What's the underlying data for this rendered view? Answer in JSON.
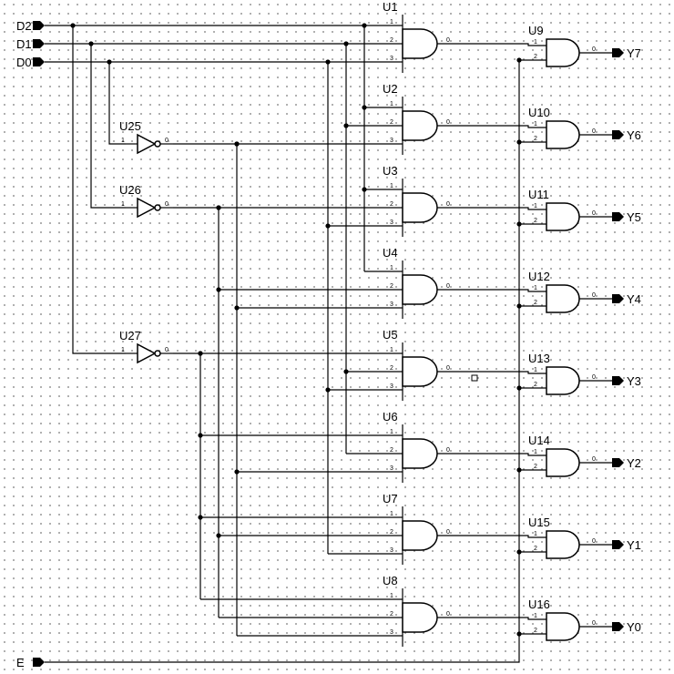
{
  "inputs": [
    "D2",
    "D1",
    "D0",
    "E"
  ],
  "outputs": [
    "Y7",
    "Y6",
    "Y5",
    "Y4",
    "Y3",
    "Y2",
    "Y1",
    "Y0"
  ],
  "inverters": [
    "U25",
    "U26",
    "U27"
  ],
  "and3_gates": [
    "U1",
    "U2",
    "U3",
    "U4",
    "U5",
    "U6",
    "U7",
    "U8"
  ],
  "and2_gates": [
    "U9",
    "U10",
    "U11",
    "U12",
    "U13",
    "U14",
    "U15",
    "U16"
  ],
  "pin_labels": {
    "in1": "1",
    "in2": "2",
    "in3": "3",
    "out": "0"
  }
}
